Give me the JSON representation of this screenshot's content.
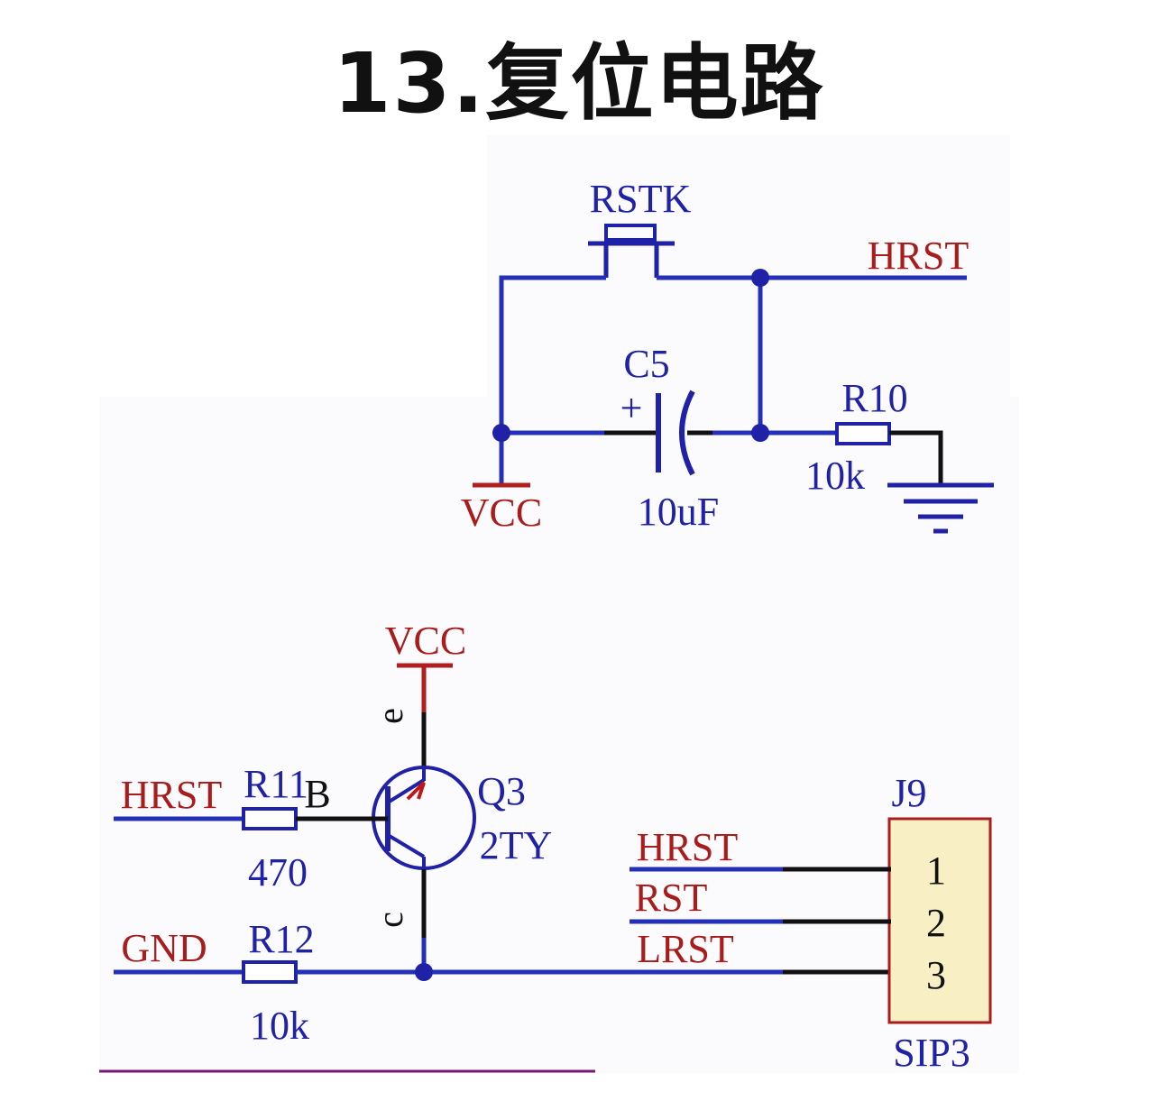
{
  "title": "13.复位电路",
  "colors": {
    "wire": "#2430b8",
    "component": "#1f22a6",
    "net_label": "#a81c1c",
    "connector_fill": "#f8f0c4",
    "title_text": "#111111"
  },
  "upper_circuit": {
    "switch": {
      "designator": "RSTK"
    },
    "capacitor": {
      "designator": "C5",
      "value": "10uF",
      "polarity_mark": "+"
    },
    "resistor": {
      "designator": "R10",
      "value": "10k"
    },
    "net_hrst": "HRST",
    "power_vcc": "VCC"
  },
  "lower_circuit": {
    "power_vcc": "VCC",
    "net_hrst": "HRST",
    "net_gnd": "GND",
    "resistor_r11": {
      "designator": "R11",
      "value": "470"
    },
    "base_label": "B",
    "resistor_r12": {
      "designator": "R12",
      "value": "10k"
    },
    "transistor": {
      "designator": "Q3",
      "type": "2TY",
      "emitter_pin": "e",
      "collector_pin": "c"
    },
    "connector": {
      "designator": "J9",
      "footprint": "SIP3",
      "pins": [
        "1",
        "2",
        "3"
      ],
      "nets": [
        "HRST",
        "RST",
        "LRST"
      ]
    }
  }
}
